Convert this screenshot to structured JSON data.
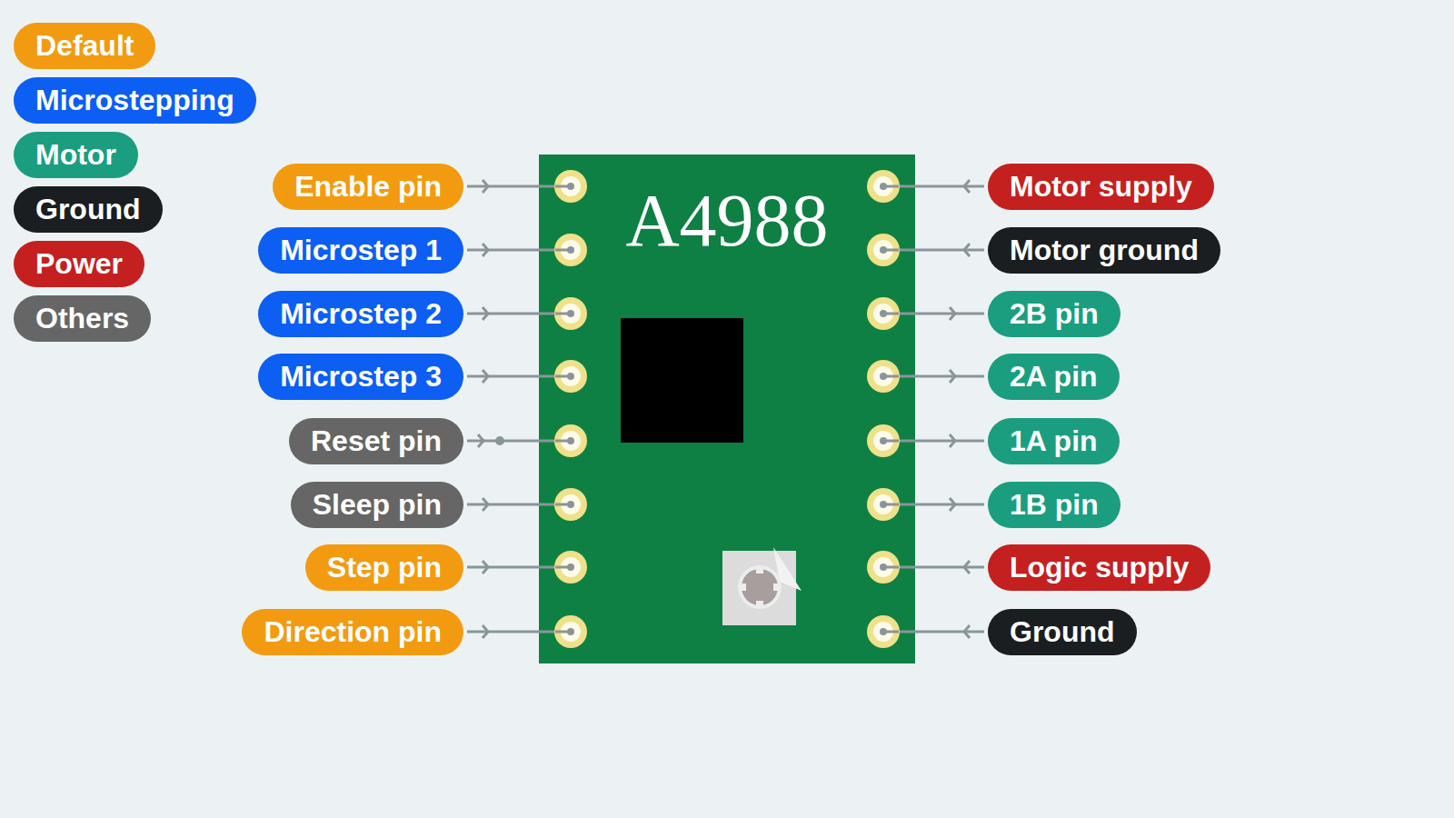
{
  "diagram": {
    "nodes": [
      {
        "text": [
          "A4988"
        ]
      },
      {
        "text": [
          "Enable pin"
        ]
      },
      {
        "text": [
          "Microstep 1"
        ]
      },
      {
        "text": [
          "Microstep 2"
        ]
      },
      {
        "text": [
          "Microstep 3"
        ]
      },
      {
        "text": [
          "Reset pin"
        ]
      },
      {
        "text": [
          "Sleep pin"
        ]
      },
      {
        "text": [
          "Step pin"
        ]
      },
      {
        "text": [
          "Direction pin"
        ]
      },
      {
        "text": [
          "Motor supply"
        ]
      },
      {
        "text": [
          "Motor ground"
        ]
      },
      {
        "text": [
          "2B pin"
        ]
      },
      {
        "text": [
          "2A pin"
        ]
      },
      {
        "text": [
          "1A pin"
        ]
      },
      {
        "text": [
          "1B pin"
        ]
      },
      {
        "text": [
          "Logic supply"
        ]
      },
      {
        "text": [
          "Ground"
        ]
      }
    ],
    "legend": [
      {
        "text": "Default",
        "color": "#f29b11"
      },
      {
        "text": "Microstepping",
        "color": "#0d5ef2"
      },
      {
        "text": "Motor",
        "color": "#1b9e7f"
      },
      {
        "text": "Ground",
        "color": "#1b1e21"
      },
      {
        "text": "Power",
        "color": "#c52020"
      },
      {
        "text": "Others",
        "color": "#666666"
      }
    ]
  }
}
